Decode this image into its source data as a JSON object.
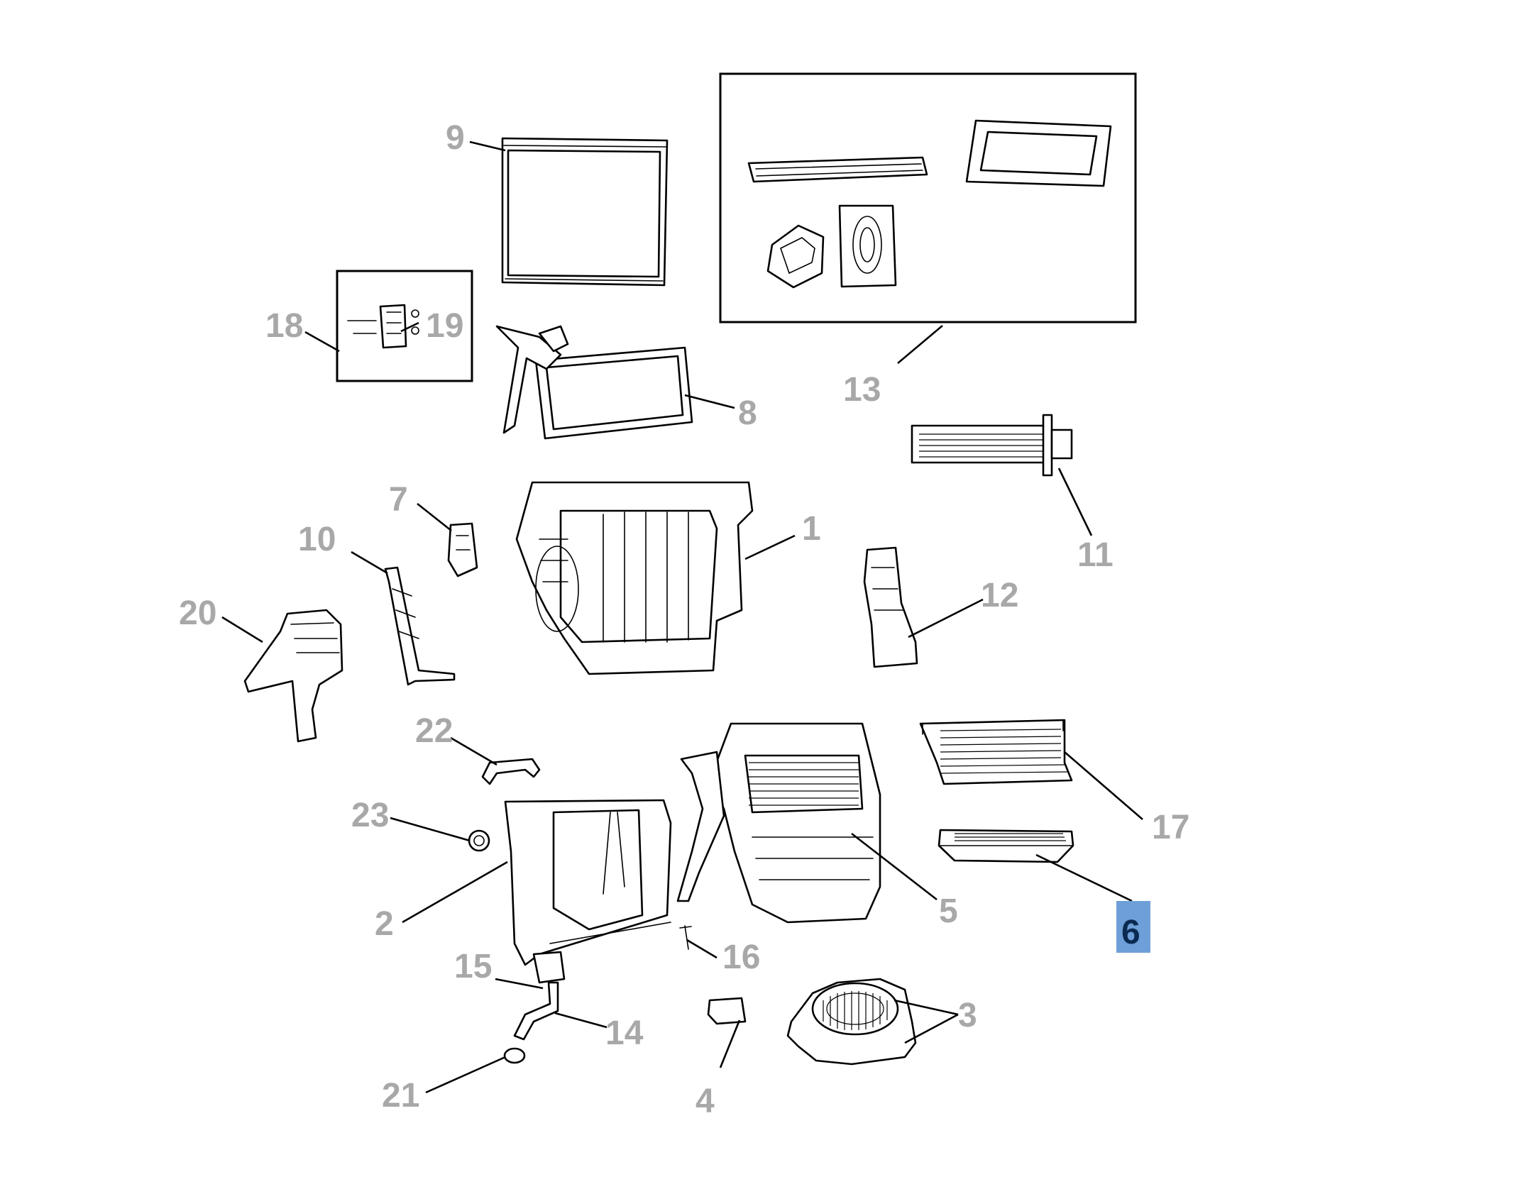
{
  "diagram": {
    "callouts": [
      {
        "id": "1",
        "label": "1"
      },
      {
        "id": "2",
        "label": "2"
      },
      {
        "id": "3",
        "label": "3"
      },
      {
        "id": "4",
        "label": "4"
      },
      {
        "id": "5",
        "label": "5"
      },
      {
        "id": "6",
        "label": "6",
        "highlighted": true
      },
      {
        "id": "7",
        "label": "7"
      },
      {
        "id": "8",
        "label": "8"
      },
      {
        "id": "9",
        "label": "9"
      },
      {
        "id": "10",
        "label": "10"
      },
      {
        "id": "11",
        "label": "11"
      },
      {
        "id": "12",
        "label": "12"
      },
      {
        "id": "13",
        "label": "13"
      },
      {
        "id": "14",
        "label": "14"
      },
      {
        "id": "15",
        "label": "15"
      },
      {
        "id": "16",
        "label": "16"
      },
      {
        "id": "17",
        "label": "17"
      },
      {
        "id": "18",
        "label": "18"
      },
      {
        "id": "19",
        "label": "19"
      },
      {
        "id": "20",
        "label": "20"
      },
      {
        "id": "21",
        "label": "21"
      },
      {
        "id": "22",
        "label": "22"
      },
      {
        "id": "23",
        "label": "23"
      }
    ],
    "colors": {
      "callout_text": "#a8a8a8",
      "highlight_background": "#6f9fd8",
      "highlight_text": "#0a2a52",
      "line": "#000000",
      "background": "#ffffff"
    }
  }
}
